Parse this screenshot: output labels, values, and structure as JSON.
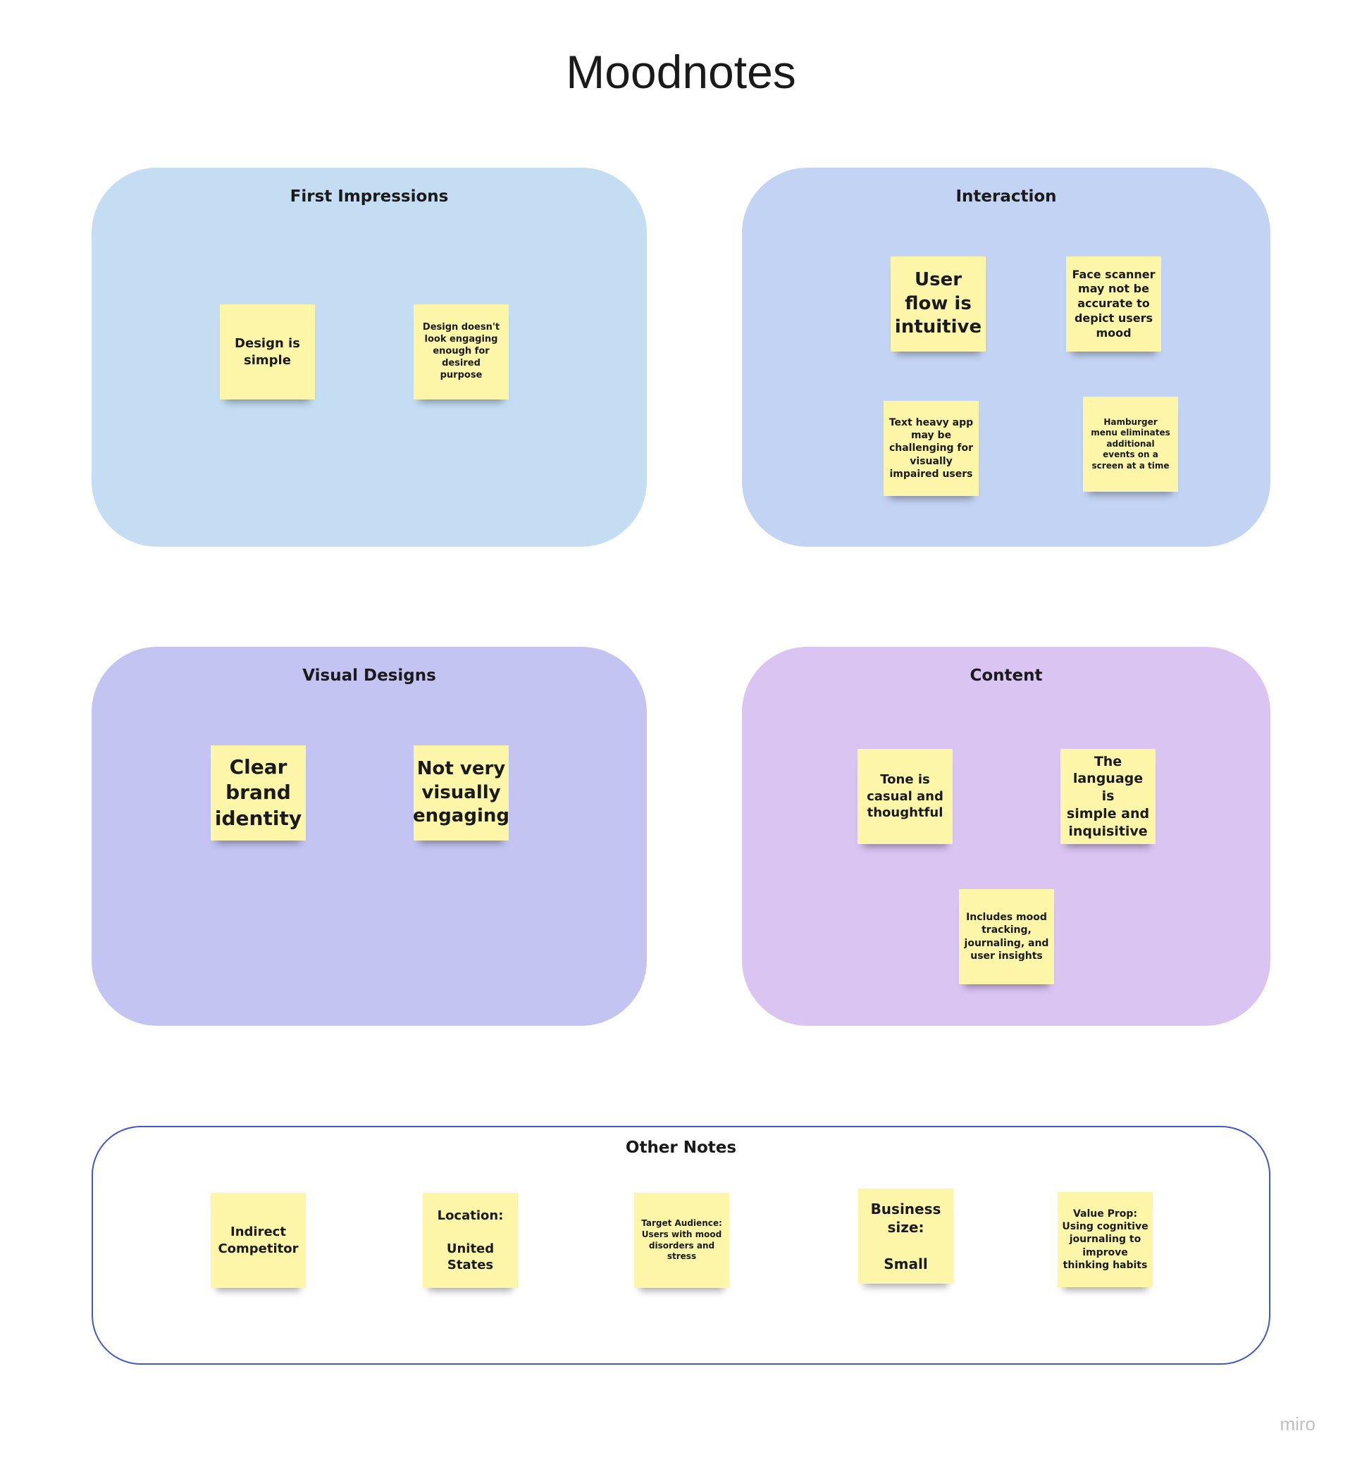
{
  "title": "Moodnotes",
  "colors": {
    "first": "#c4ddf3",
    "interaction": "#c3d3f3",
    "visual": "#c4c4f3",
    "content": "#d9c4f2",
    "other_border": "#4257c8",
    "sticky": "#fdf6a9"
  },
  "areas": {
    "first": {
      "title": "First Impressions",
      "notes": [
        "Design is\nsimple",
        "Design doesn't\nlook engaging\nenough for\ndesired\npurpose"
      ]
    },
    "interaction": {
      "title": "Interaction",
      "notes": [
        "User\nflow is\nintuitive",
        "Face scanner\nmay not  be\naccurate to\ndepict users\nmood",
        "Text heavy app\nmay be\nchallenging for\nvisually\nimpaired users",
        "Hamburger\nmenu eliminates\nadditional\nevents on a\nscreen at a time"
      ]
    },
    "visual": {
      "title": "Visual Designs",
      "notes": [
        "Clear\nbrand\nidentity",
        "Not very\nvisually\nengaging"
      ]
    },
    "content": {
      "title": "Content",
      "notes": [
        "Tone is\ncasual and\nthoughtful",
        "The\nlanguage is\nsimple and\ninquisitive",
        "Includes mood\ntracking,\njournaling, and\nuser insights"
      ]
    },
    "other": {
      "title": "Other Notes",
      "notes": [
        "Indirect\nCompetitor",
        "Location:\n\nUnited\nStates",
        "Target Audience:\nUsers with mood\ndisorders and\nstress",
        "Business\nsize:\n\nSmall",
        "Value Prop:\nUsing cognitive\njournaling to\nimprove\nthinking habits"
      ]
    }
  },
  "brand": "miro"
}
